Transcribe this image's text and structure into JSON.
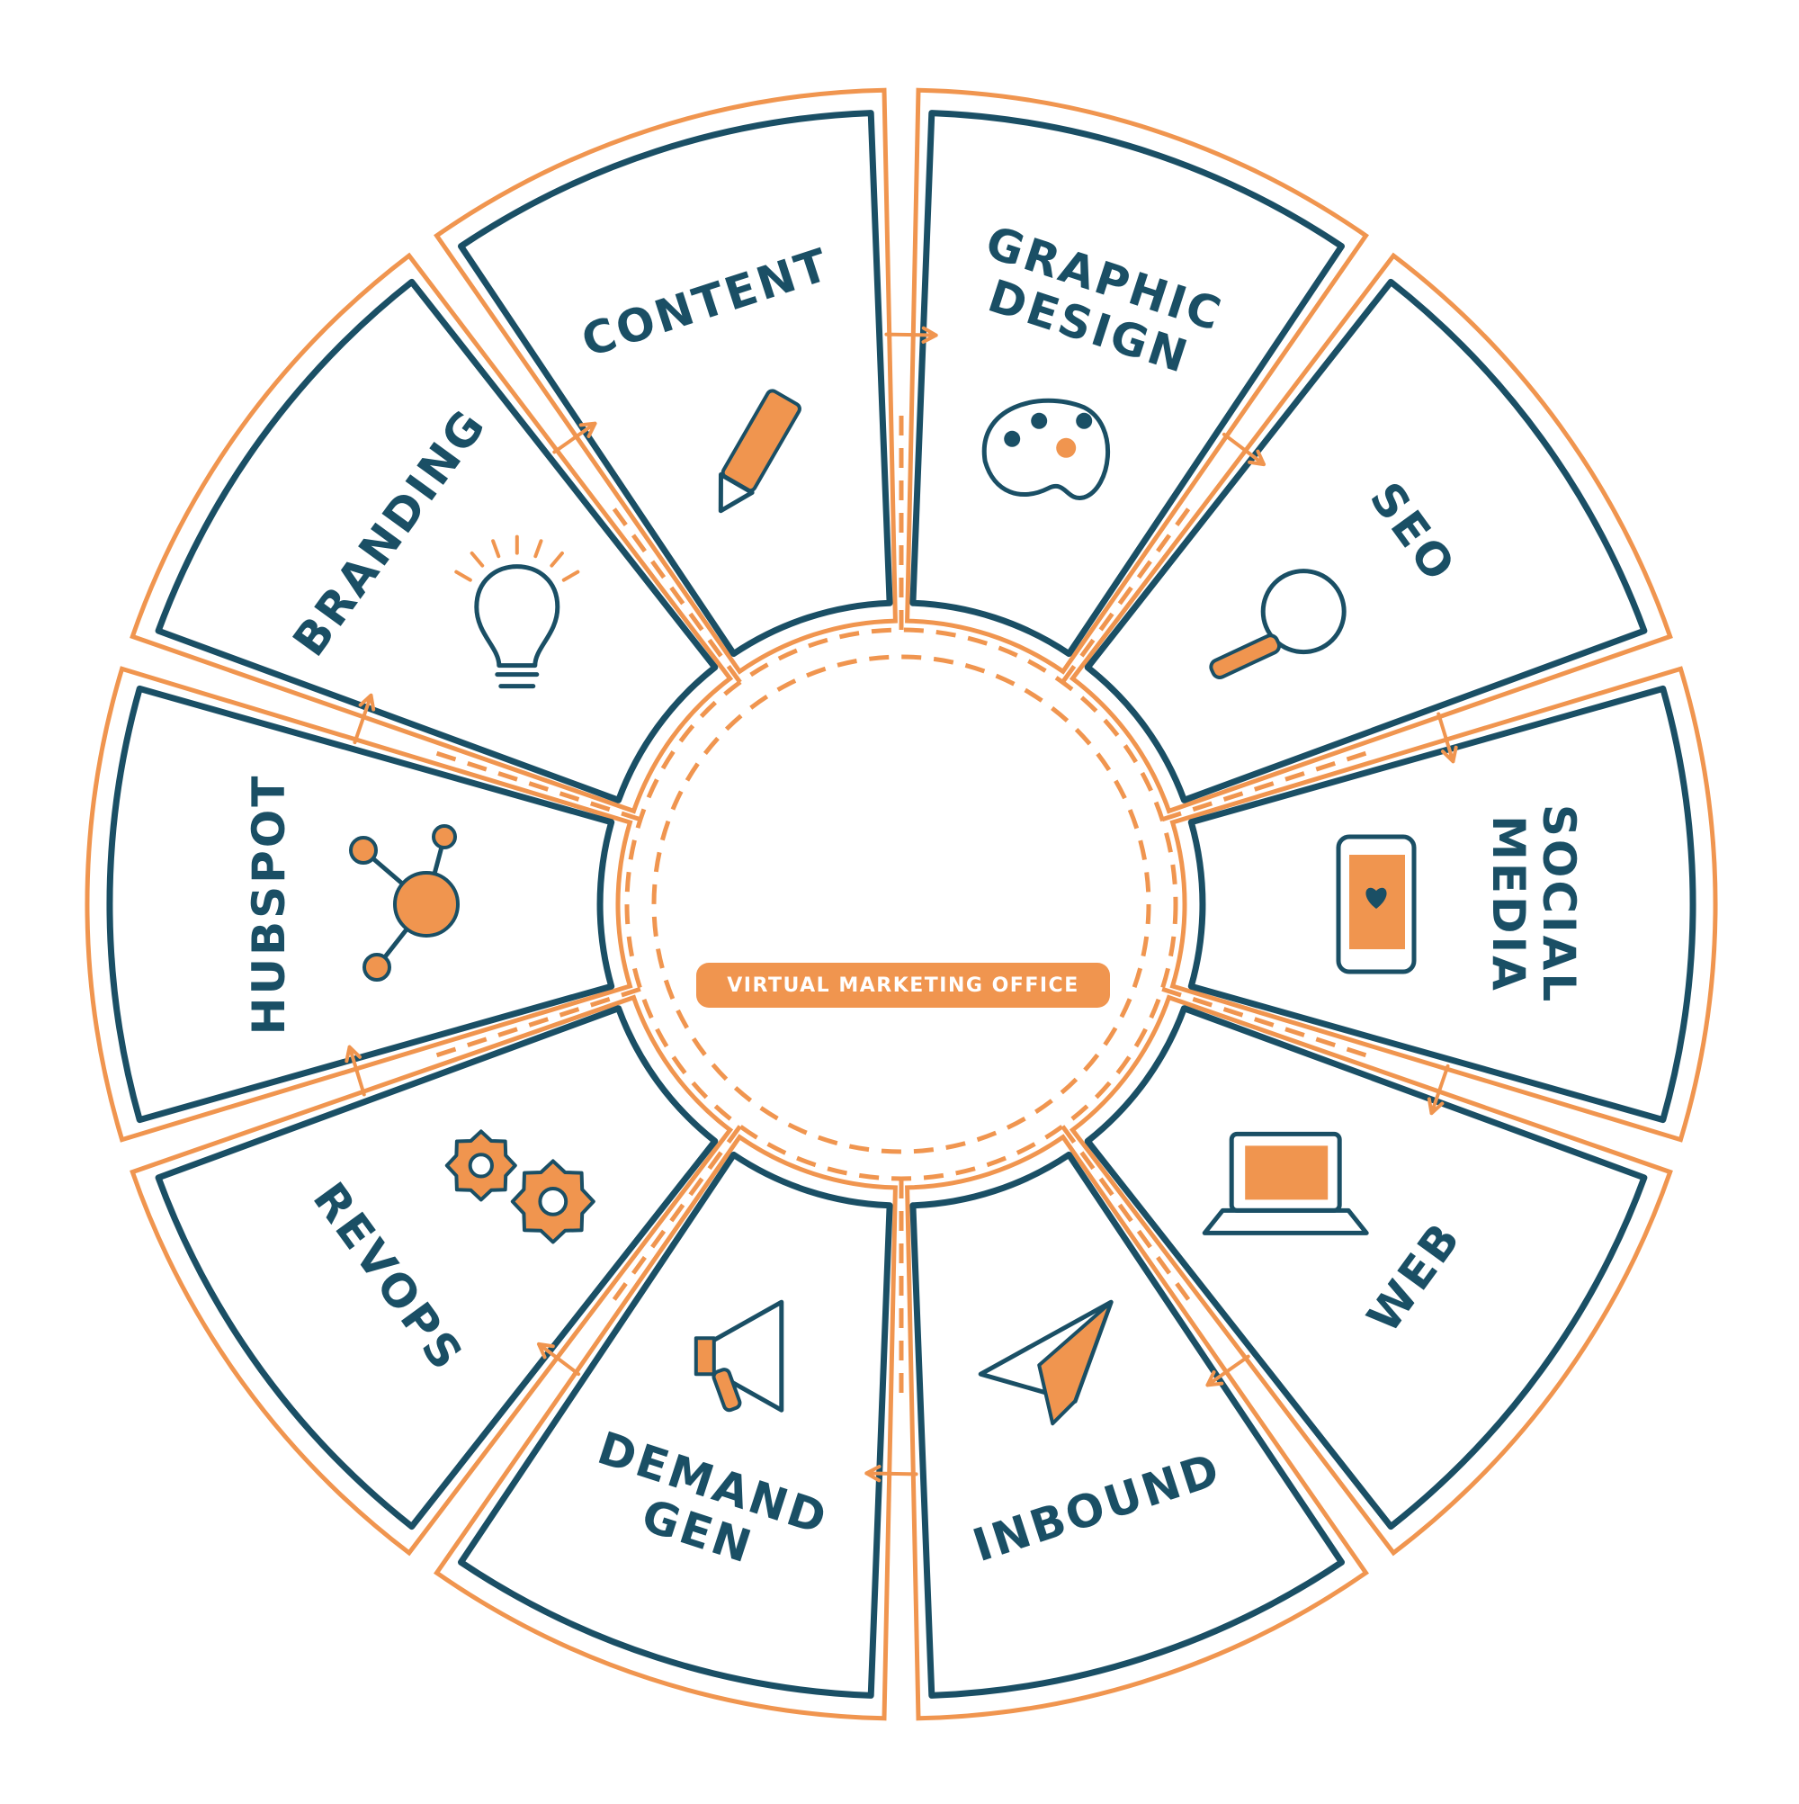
{
  "center_label": "VIRTUAL MARKETING OFFICE",
  "segments": [
    {
      "id": "content",
      "label_lines": [
        "CONTENT"
      ],
      "icon": "pencil-icon"
    },
    {
      "id": "graphic-design",
      "label_lines": [
        "GRAPHIC",
        "DESIGN"
      ],
      "icon": "palette-icon"
    },
    {
      "id": "seo",
      "label_lines": [
        "SEO"
      ],
      "icon": "magnifier-icon"
    },
    {
      "id": "social-media",
      "label_lines": [
        "SOCIAL",
        "MEDIA"
      ],
      "icon": "smartphone-icon"
    },
    {
      "id": "web",
      "label_lines": [
        "WEB"
      ],
      "icon": "laptop-icon"
    },
    {
      "id": "inbound",
      "label_lines": [
        "INBOUND"
      ],
      "icon": "paper-plane-icon"
    },
    {
      "id": "demand-gen",
      "label_lines": [
        "DEMAND",
        "GEN"
      ],
      "icon": "megaphone-icon"
    },
    {
      "id": "revops",
      "label_lines": [
        "REVOPS"
      ],
      "icon": "gears-icon"
    },
    {
      "id": "hubspot",
      "label_lines": [
        "HUBSPOT"
      ],
      "icon": "hubspot-network-icon"
    },
    {
      "id": "branding",
      "label_lines": [
        "BRANDING"
      ],
      "icon": "lightbulb-icon"
    }
  ],
  "colors": {
    "navy": "#1a4f65",
    "orange": "#f0954f",
    "background": "#ffffff"
  }
}
